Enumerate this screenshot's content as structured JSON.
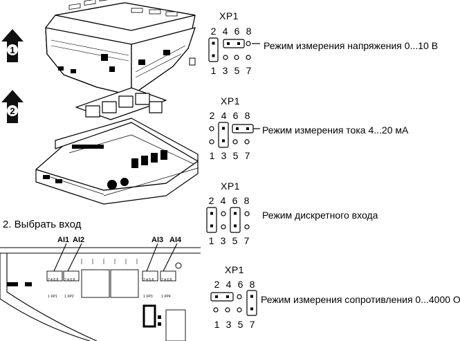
{
  "step_title": "2. Выбрать вход",
  "arrows": [
    {
      "number": "1",
      "icon": "arrow-up-1-icon"
    },
    {
      "number": "2",
      "icon": "arrow-up-2-icon"
    }
  ],
  "channels": [
    "AI1",
    "AI2",
    "AI3",
    "AI4"
  ],
  "board_labels": {
    "pins": "2 4 6 8",
    "xp1": "1 XP1",
    "xp2": "1 XP2",
    "xp3": "1 XP3",
    "xp4": "1 XP4"
  },
  "jumper_blocks": [
    {
      "header": "XP1",
      "top_pins": [
        "2",
        "4",
        "6",
        "8"
      ],
      "bottom_pins": [
        "1",
        "3",
        "5",
        "7"
      ],
      "mode": "Режим измерения напряжения 0...10 В"
    },
    {
      "header": "XP1",
      "top_pins": [
        "2",
        "4",
        "6",
        "8"
      ],
      "bottom_pins": [
        "1",
        "3",
        "5",
        "7"
      ],
      "mode": "Режим измерения тока 4...20 мА"
    },
    {
      "header": "XP1",
      "top_pins": [
        "2",
        "4",
        "6",
        "8"
      ],
      "bottom_pins": [
        "1",
        "3",
        "5",
        "7"
      ],
      "mode": "Режим дискретного входа"
    },
    {
      "header": "XP1",
      "top_pins": [
        "2",
        "4",
        "6",
        "8"
      ],
      "bottom_pins": [
        "1",
        "3",
        "5",
        "7"
      ],
      "mode": "Режим измерения сопротивления 0...4000 Ом"
    }
  ]
}
